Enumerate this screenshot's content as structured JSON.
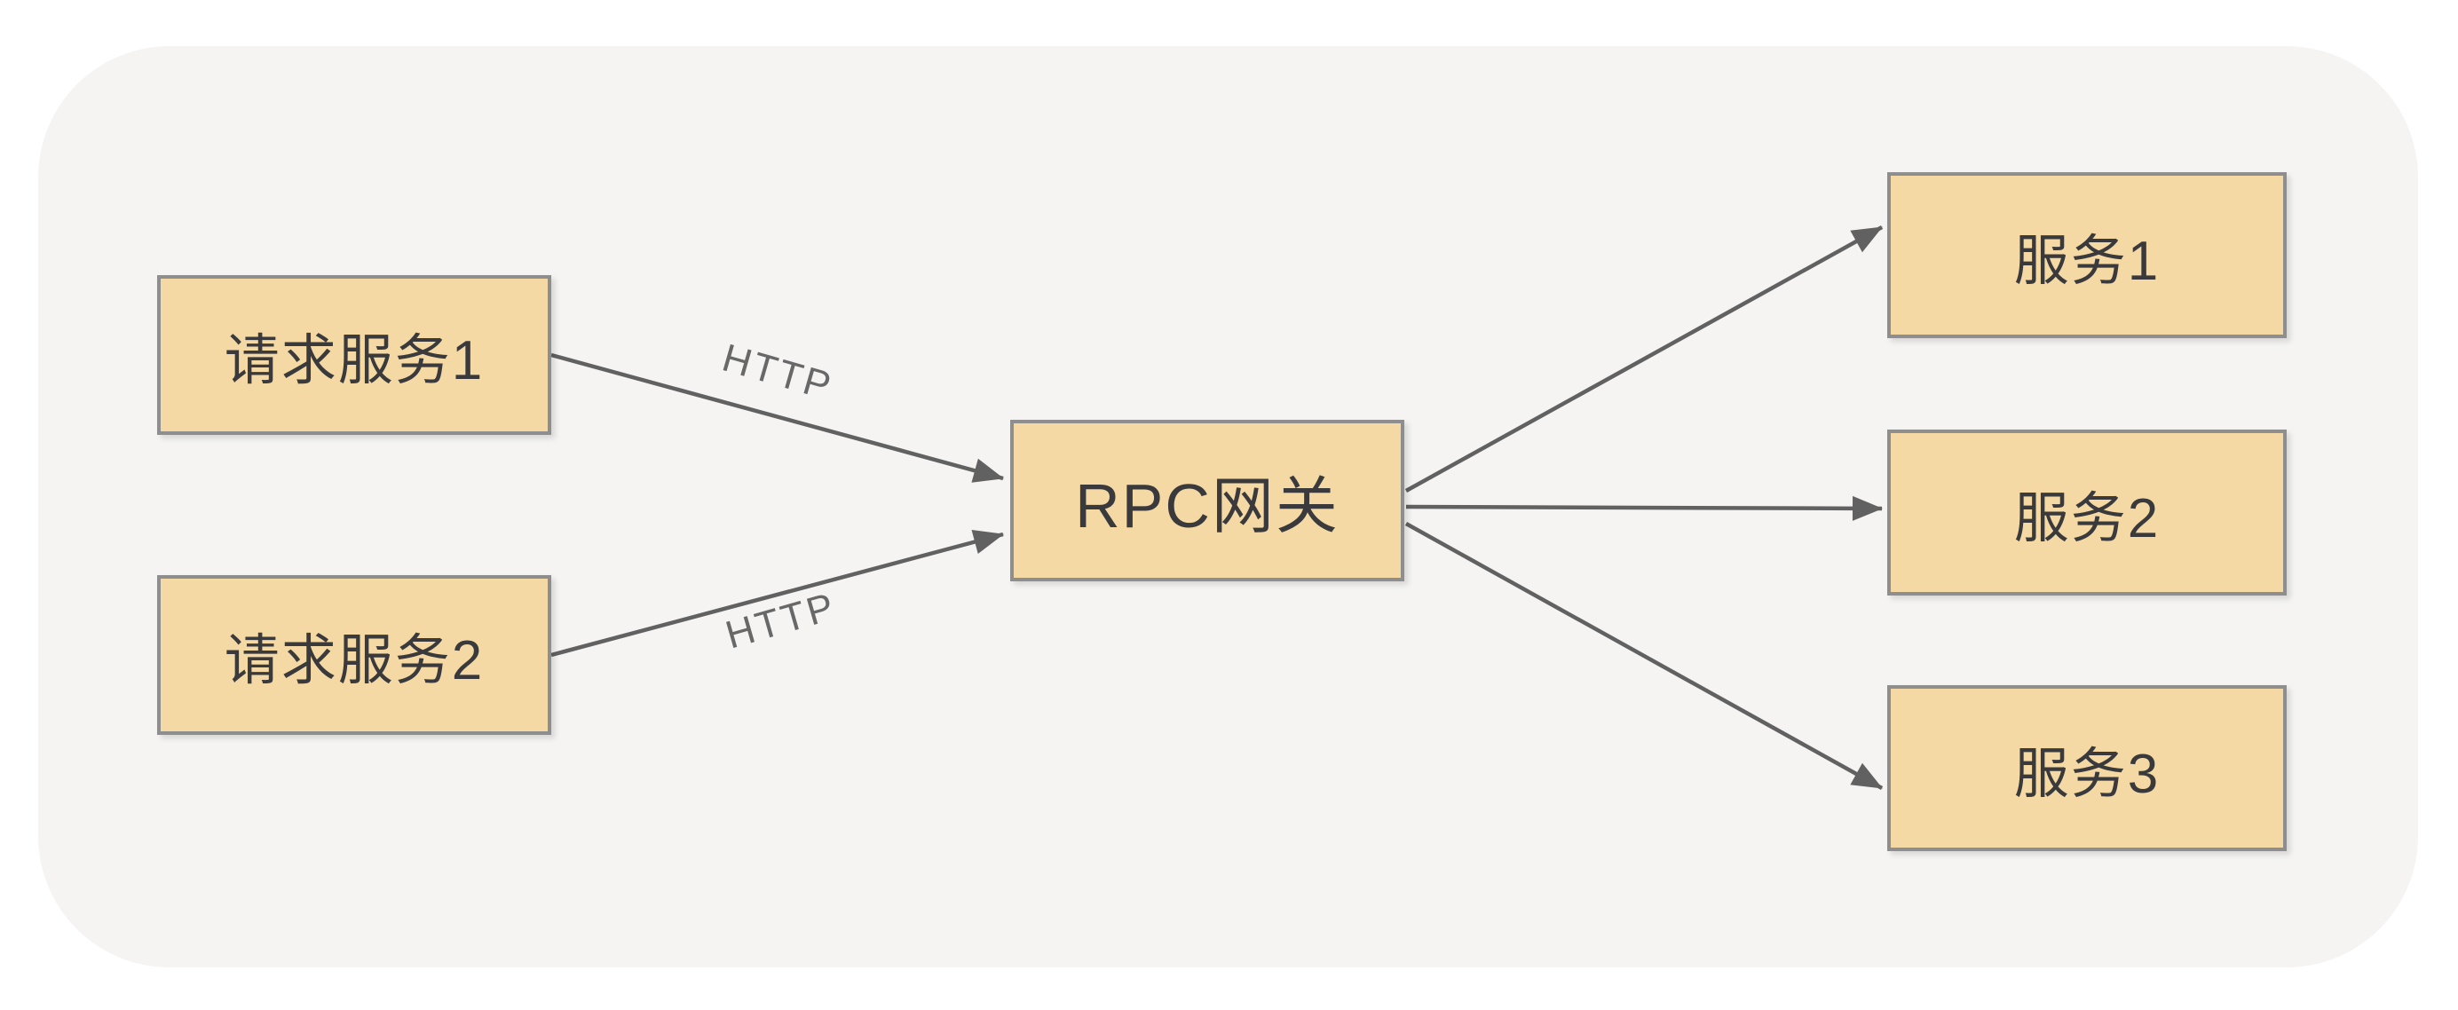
{
  "diagram": {
    "nodes": {
      "clients": [
        {
          "label": "请求服务1"
        },
        {
          "label": "请求服务2"
        }
      ],
      "gateway": {
        "label": "RPC网关"
      },
      "services": [
        {
          "label": "服务1"
        },
        {
          "label": "服务2"
        },
        {
          "label": "服务3"
        }
      ]
    },
    "edges": {
      "client1_to_gateway_label": "HTTP",
      "client2_to_gateway_label": "HTTP"
    },
    "colors": {
      "canvas_bg": "#ffffff",
      "panel_bg": "#f5f4f2",
      "node_fill": "#f4d9a4",
      "node_border": "#8e8e8e",
      "node_text": "#3a3a3c",
      "connector": "#616161",
      "edge_label_text": "#686868"
    }
  }
}
